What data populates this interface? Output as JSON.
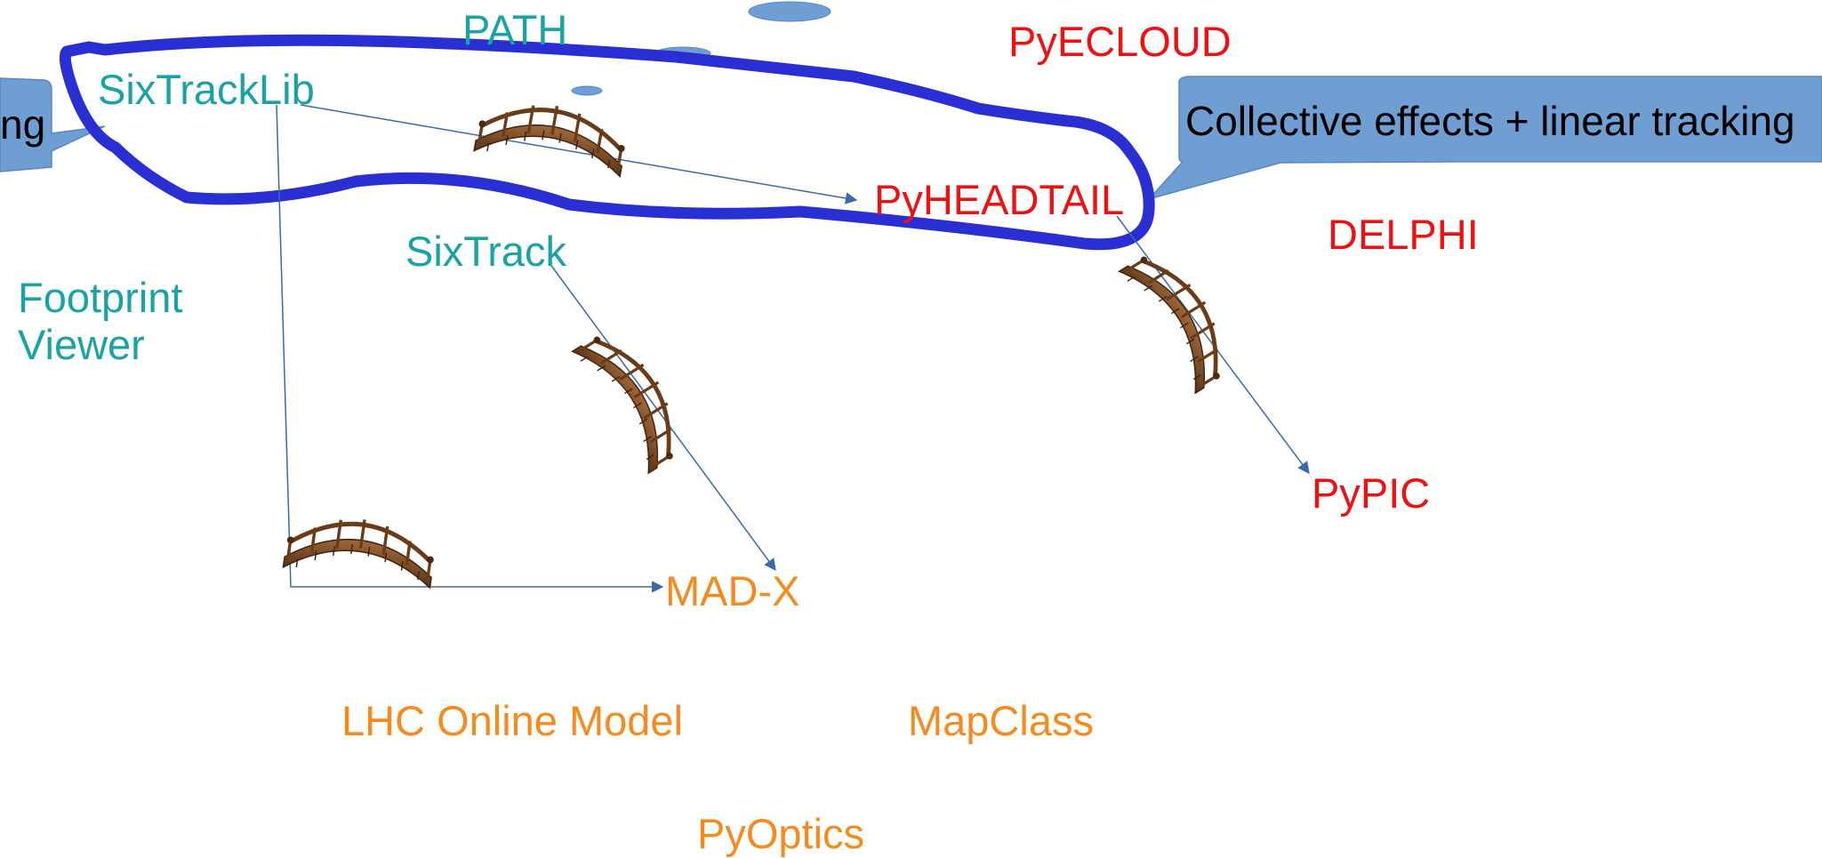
{
  "colors": {
    "teal": "#1aa3a3",
    "red": "#ee1111",
    "orange": "#f58a1f",
    "loop": "#2a2fd4",
    "arrow": "#3a6aa8",
    "bubble": "#6f9fd2"
  },
  "codes": {
    "path": "PATH",
    "sixtracklib": "SixTrackLib",
    "sixtrack": "SixTrack",
    "footprint_line1": "Footprint",
    "footprint_line2": "Viewer",
    "pyecloud": "PyECLOUD",
    "pyheadtail": "PyHEADTAIL",
    "delphi": "DELPHI",
    "pypic": "PyPIC",
    "madx": "MAD-X",
    "lhc_online_model": "LHC Online Model",
    "mapclass": "MapClass",
    "pyoptics": "PyOptics"
  },
  "callouts": {
    "right": "Collective effects + linear tracking",
    "left_fragment": "ng"
  },
  "icons": [
    "bridge-icon",
    "bridge-icon",
    "bridge-icon",
    "bridge-icon"
  ]
}
